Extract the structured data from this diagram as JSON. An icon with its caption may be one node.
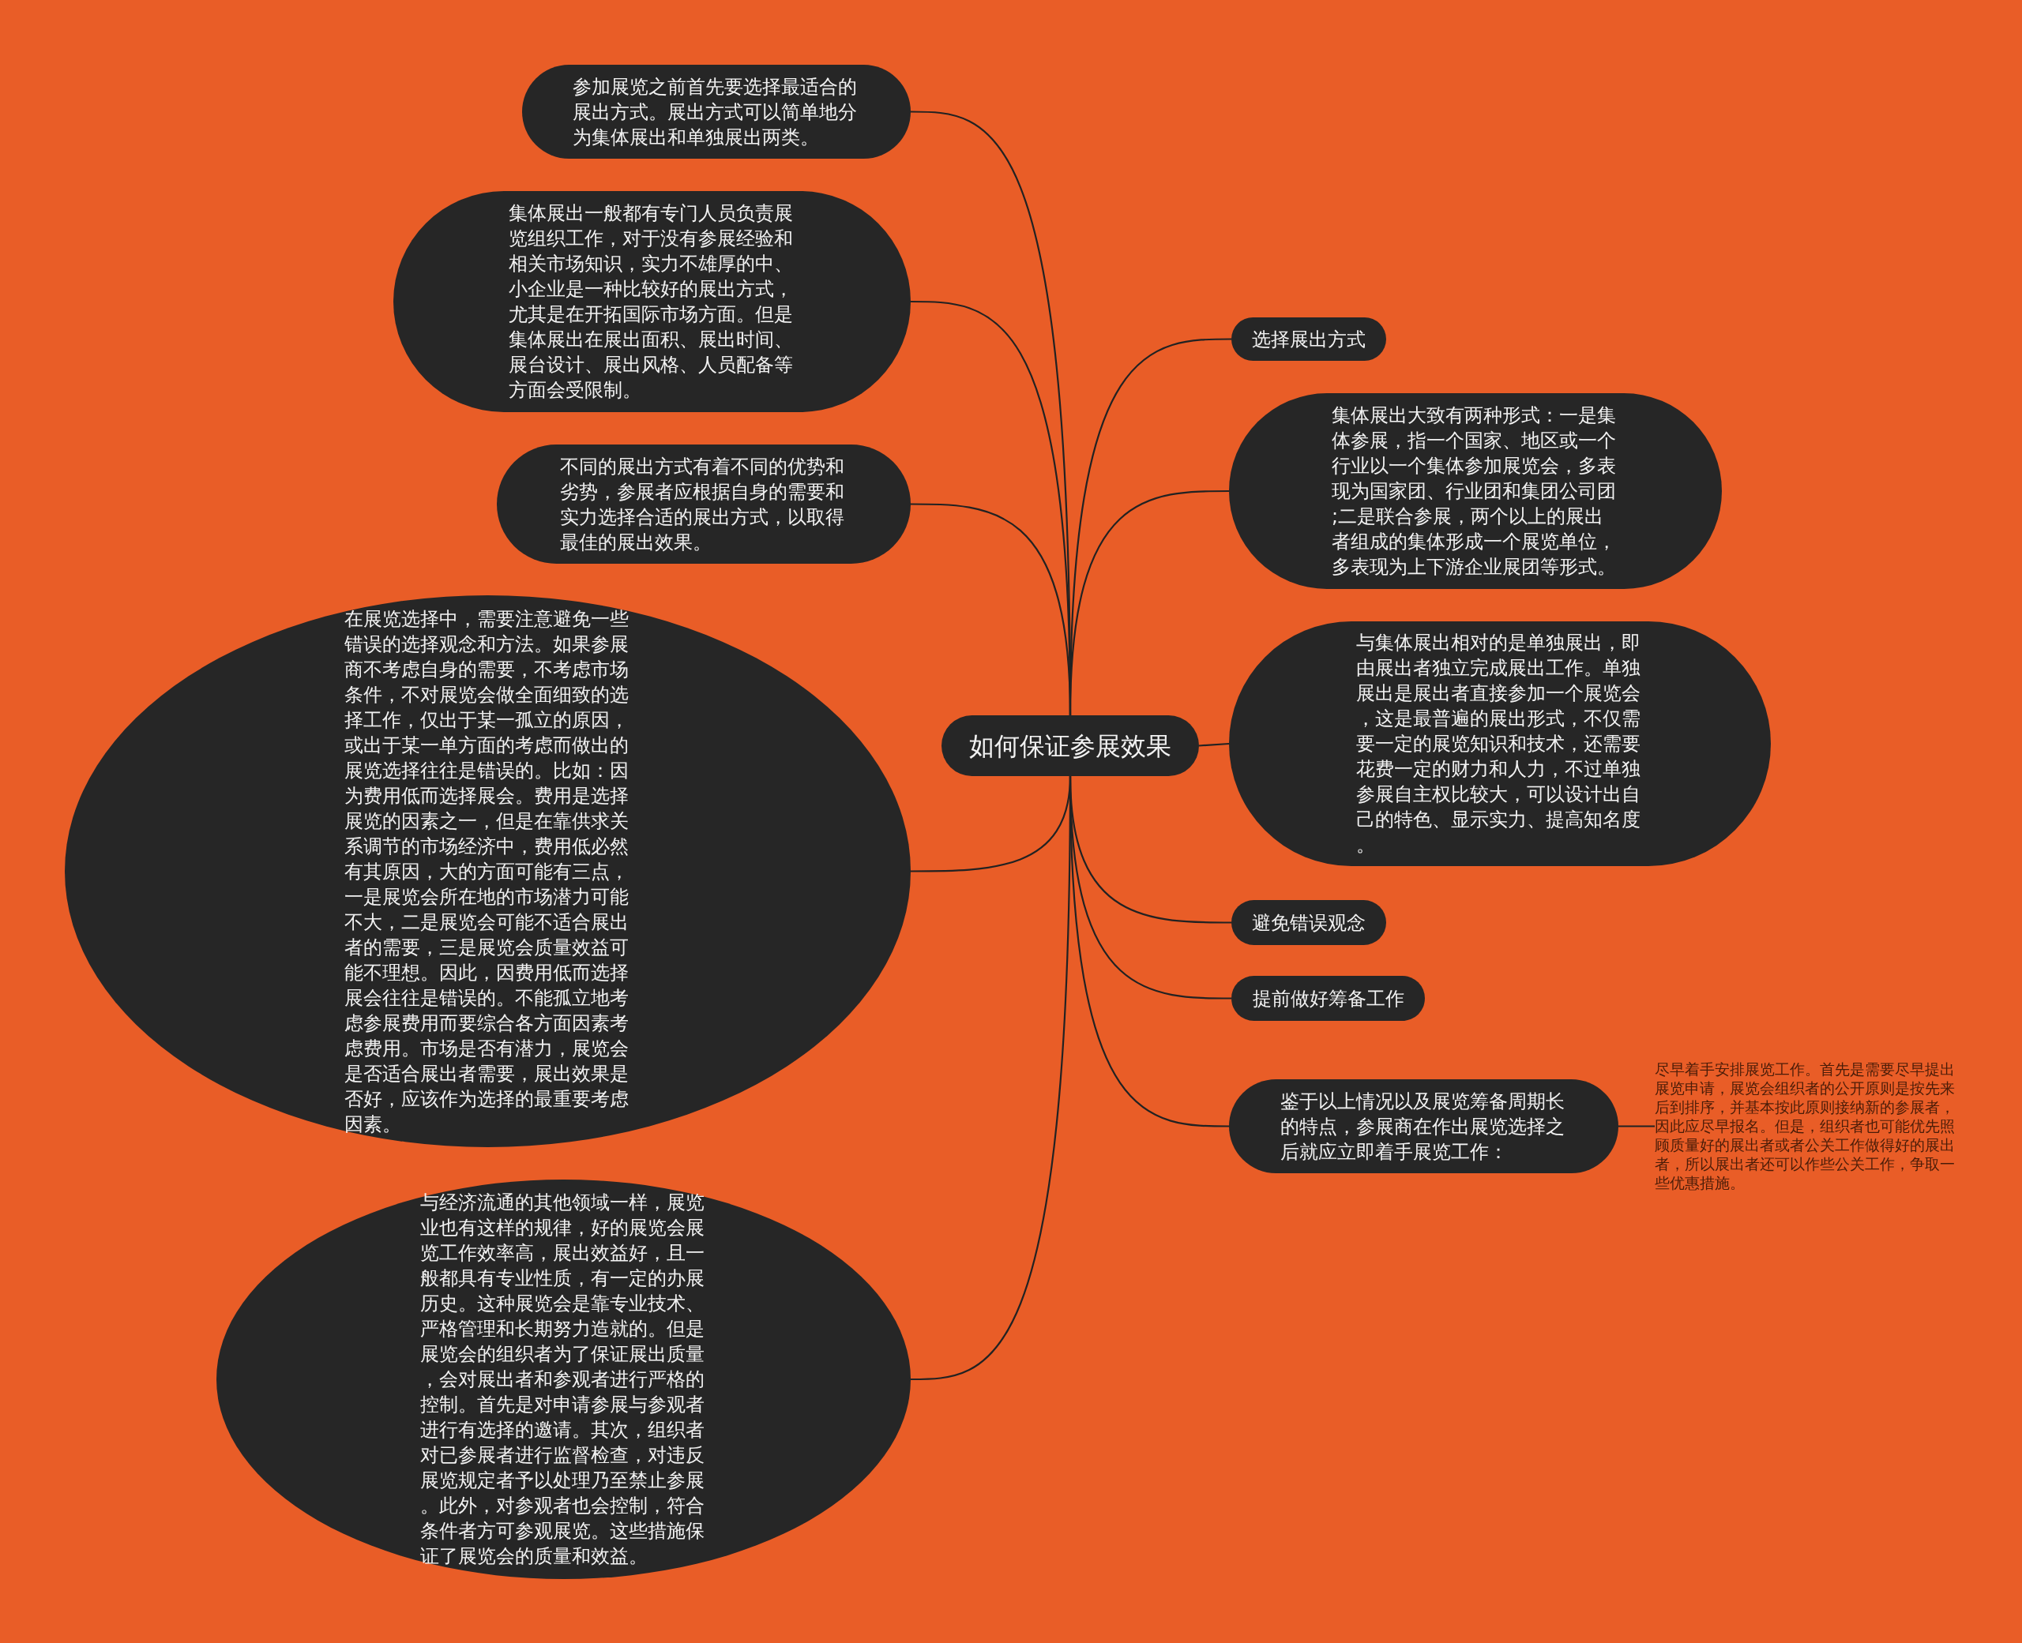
{
  "diagram": {
    "nodes": [
      {
        "text": [
          "如何保证参展效果"
        ]
      },
      {
        "text": [
          "参加展览之前首先要选择最适合的展出方式。展出方式可以简单地分为集体展出和单独展出两类。"
        ]
      },
      {
        "text": [
          "集体展出一般都有专门人员负责展览组织工作，对于没有参展经验和相关市场知识，实力不雄厚的中、小企业是一种比较好的展出方式，尤其是在开拓国际市场方面。但是集体展出在展出面积、展出时间、展台设计、展出风格、人员配备等方面会受限制。"
        ]
      },
      {
        "text": [
          "不同的展出方式有着不同的优势和劣势，参展者应根据自身的需要和实力选择合适的展出方式，以取得最佳的展出效果。"
        ]
      },
      {
        "text": [
          "在展览选择中，需要注意避免一些错误的选择观念和方法。如果参展商不考虑自身的需要，不考虑市场条件，不对展览会做全面细致的选择工作，仅出于某一孤立的原因，或出于某一单方面的考虑而做出的展览选择往往是错误的。比如：因为费用低而选择展会。费用是选择展览的因素之一，但是在靠供求关系调节的市场经济中，费用低必然有其原因，大的方面可能有三点，一是展览会所在地的市场潜力可能不大，二是展览会可能不适合展出者的需要，三是展览会质量效益可能不理想。因此，因费用低而选择展会往往是错误的。不能孤立地考虑参展费用而要综合各方面因素考虑费用。市场是否有潜力，展览会是否适合展出者需要，展出效果是否好，应该作为选择的最重要考虑因素。"
        ]
      },
      {
        "text": [
          "与经济流通的其他领域一样，展览业也有这样的规律，好的展览会展览工作效率高，展出效益好，且一般都具有专业性质，有一定的办展历史。这种展览会是靠专业技术、严格管理和长期努力造就的。但是展览会的组织者为了保证展出质量，会对展出者和参观者进行严格的控制。首先是对申请参展与参观者进行有选择的邀请。其次，组织者对已参展者进行监督检查，对违反展览规定者予以处理乃至禁止参展。此外，对参观者也会控制，符合条件者方可参观展览。这些措施保证了展览会的质量和效益。"
        ]
      },
      {
        "text": [
          "选择展出方式"
        ]
      },
      {
        "text": [
          "集体展出大致有两种形式：一是集体参展，指一个国家、地区或一个行业以一个集体参加展览会，多表现为国家团、行业团和集团公司团;二是联合参展，两个以上的展出者组成的集体形成一个展览单位，多表现为上下游企业展团等形式。"
        ]
      },
      {
        "text": [
          "与集体展出相对的是单独展出，即由展出者独立完成展出工作。单独展出是展出者直接参加一个展览会，这是最普遍的展出形式，不仅需要一定的展览知识和技术，还需要花费一定的财力和人力，不过单独参展自主权比较大，可以设计出自己的特色、显示实力、提高知名度。"
        ]
      },
      {
        "text": [
          "避免错误观念"
        ]
      },
      {
        "text": [
          "提前做好筹备工作"
        ]
      },
      {
        "text": [
          "鉴于以上情况以及展览筹备周期长的特点，参展商在作出展览选择之后就应立即着手展览工作："
        ]
      },
      {
        "text": [
          "尽早着手安排展览工作。首先是需要尽早提出展览申请，展览会组织者的公开原则是按先来后到排序，并基本按此原则接纳新的参展者，因此应尽早报名。但是，组织者也可能优先照顾质量好的展出者或者公关工作做得好的展出者，所以展出者还可以作些公关工作，争取一些优惠措施。"
        ]
      }
    ],
    "edges": [
      {
        "from": 0,
        "to": 1,
        "arrow": "none"
      },
      {
        "from": 0,
        "to": 2,
        "arrow": "none"
      },
      {
        "from": 0,
        "to": 3,
        "arrow": "none"
      },
      {
        "from": 0,
        "to": 4,
        "arrow": "none"
      },
      {
        "from": 0,
        "to": 5,
        "arrow": "none"
      },
      {
        "from": 0,
        "to": 6,
        "arrow": "none"
      },
      {
        "from": 0,
        "to": 7,
        "arrow": "none"
      },
      {
        "from": 0,
        "to": 8,
        "arrow": "none"
      },
      {
        "from": 0,
        "to": 9,
        "arrow": "none"
      },
      {
        "from": 0,
        "to": 10,
        "arrow": "none"
      },
      {
        "from": 0,
        "to": 11,
        "arrow": "none"
      },
      {
        "from": 11,
        "to": 12,
        "arrow": "none"
      }
    ]
  }
}
